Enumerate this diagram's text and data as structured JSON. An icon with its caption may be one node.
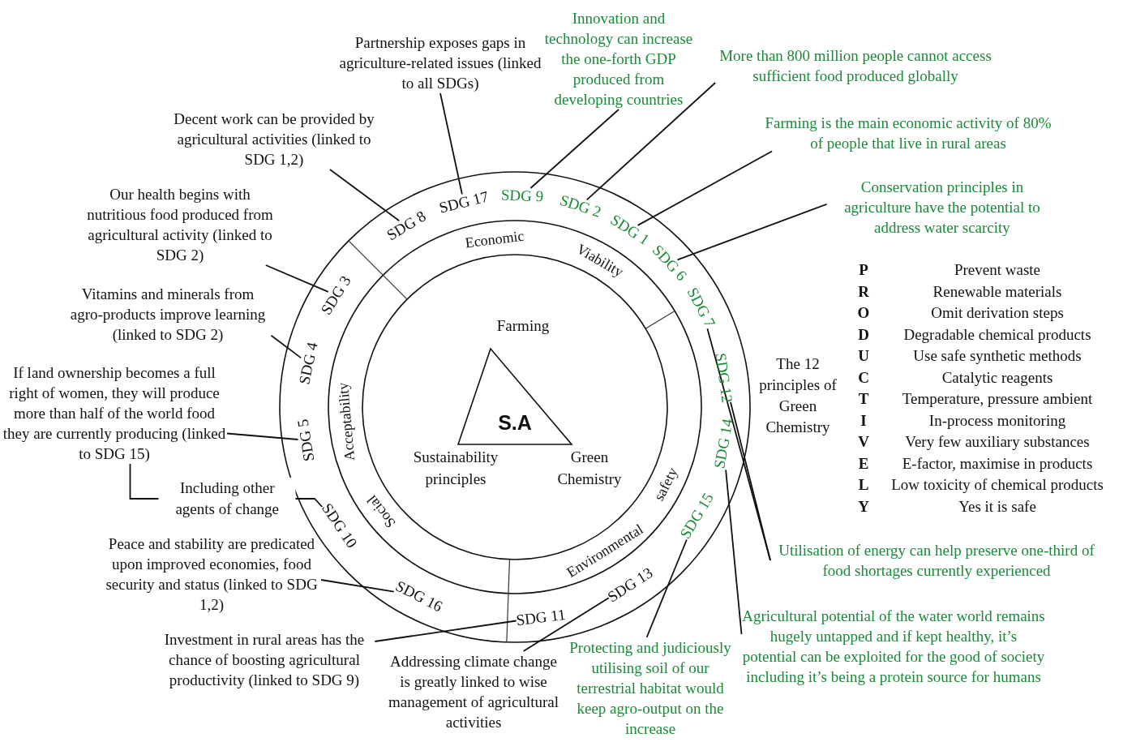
{
  "diagram": {
    "nodes": [
      {
        "text": [
          "Innovation and technology can increase the one-forth GDP produced from developing countries"
        ]
      },
      {
        "text": [
          "Partnership exposes gaps in agriculture-related issues (linked to all SDGs)"
        ]
      },
      {
        "text": [
          "More than 800 million people cannot access sufficient food produced globally"
        ]
      },
      {
        "text": [
          "Decent work can be provided by agricultural activities (linked to SDG 1,2)"
        ]
      },
      {
        "text": [
          "Farming is the main economic activity of 80% of people that live in rural areas"
        ]
      },
      {
        "text": [
          "Conservation principles in agriculture have the potential to address water scarcity"
        ]
      },
      {
        "text": [
          "Our health begins with nutritious food produced from agricultural activity (linked to SDG 2)"
        ]
      },
      {
        "text": [
          "Vitamins and minerals from agro-products improve learning (linked to SDG 2)"
        ]
      },
      {
        "text": [
          "If land ownership becomes a full right of women, they will produce more than half of the world food they are currently producing (linked to SDG 15)"
        ]
      },
      {
        "text": [
          "S.A"
        ]
      },
      {
        "text": [
          "Peace and stability are predicated upon improved economies, food security and status (linked to SDG 1,2)"
        ]
      },
      {
        "text": [
          "Utilisation of energy can help preserve one-third of food shortages currently experienced"
        ]
      },
      {
        "text": [
          "Agricultural potential of the water world remains hugely untapped and if kept healthy, it’s potential can be exploited for the good of society including it’s being a protein source for humans"
        ]
      },
      {
        "text": [
          "Investment in rural areas has the chance of boosting agricultural productivity (linked to SDG 9)"
        ]
      },
      {
        "text": [
          "Protecting and judiciously utilising soil of our terrestrial habitat would keep agro-output on the increase"
        ]
      },
      {
        "text": [
          "Addressing climate change is greatly linked to wise management of agricultural activities"
        ]
      },
      {
        "text": [
          "SDG 8"
        ]
      },
      {
        "text": [
          "SDG 17"
        ]
      },
      {
        "text": [
          "SDG 9"
        ]
      },
      {
        "text": [
          "SDG 2"
        ]
      },
      {
        "text": [
          "SDG 1"
        ]
      },
      {
        "text": [
          "SDG 6"
        ]
      },
      {
        "text": [
          "SDG 7"
        ]
      },
      {
        "text": [
          "SDG 12"
        ]
      },
      {
        "text": [
          "SDG 14"
        ]
      },
      {
        "text": [
          "SDG 15"
        ]
      },
      {
        "text": [
          "SDG 13"
        ]
      },
      {
        "text": [
          "SDG 11"
        ]
      },
      {
        "text": [
          "SDG 16"
        ]
      },
      {
        "text": [
          "SDG 10"
        ]
      },
      {
        "text": [
          "SDG 5"
        ]
      },
      {
        "text": [
          "SDG 4"
        ]
      },
      {
        "text": [
          "SDG 3"
        ]
      }
    ],
    "edges": [
      {
        "from": 1,
        "to": 17,
        "arrow": "none"
      },
      {
        "from": 0,
        "to": 18,
        "arrow": "none"
      },
      {
        "from": 2,
        "to": 19,
        "arrow": "none"
      },
      {
        "from": 4,
        "to": 20,
        "arrow": "none"
      },
      {
        "from": 5,
        "to": 21,
        "arrow": "none"
      },
      {
        "from": 3,
        "to": 16,
        "arrow": "none"
      },
      {
        "from": 6,
        "to": 32,
        "arrow": "none"
      },
      {
        "from": 7,
        "to": 31,
        "arrow": "none"
      },
      {
        "from": 8,
        "to": 30,
        "arrow": "none"
      },
      {
        "from": 8,
        "to": 29,
        "arrow": "none",
        "label": "Including other agents of change"
      },
      {
        "from": 10,
        "to": 28,
        "arrow": "none"
      },
      {
        "from": 13,
        "to": 27,
        "arrow": "none"
      },
      {
        "from": 15,
        "to": 26,
        "arrow": "none"
      },
      {
        "from": 14,
        "to": 25,
        "arrow": "none"
      },
      {
        "from": 12,
        "to": 24,
        "arrow": "none"
      },
      {
        "from": 11,
        "to": 23,
        "arrow": "none"
      },
      {
        "from": 11,
        "to": 22,
        "arrow": "none"
      }
    ],
    "labels": [
      "Economic",
      "Viability",
      "Acceptability",
      "Social",
      "Environmental",
      "safety",
      "Farming",
      "Sustainability principles",
      "Green Chemistry",
      "The 12 principles of Green Chemistry",
      "P",
      "Prevent waste",
      "R",
      "Renewable materials",
      "O",
      "Omit derivation steps",
      "D",
      "Degradable chemical products",
      "U",
      "Use safe synthetic methods",
      "C",
      "Catalytic reagents",
      "T",
      "Temperature, pressure ambient",
      "I",
      "In-process monitoring",
      "V",
      "Very few auxiliary substances",
      "E",
      "E-factor, maximise in products",
      "L",
      "Low toxicity of chemical products",
      "Y",
      "Yes it is safe"
    ]
  }
}
